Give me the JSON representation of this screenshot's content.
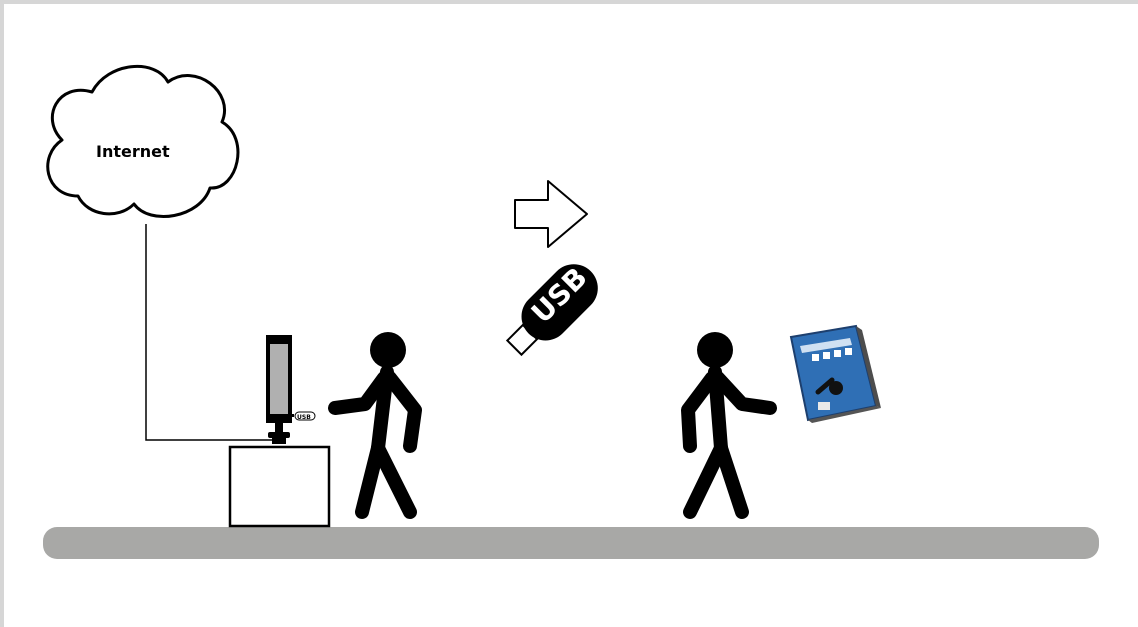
{
  "diagram": {
    "cloud_label": "Internet",
    "usb_stick_text": "USB",
    "port_text": "USB",
    "colors": {
      "background": "#d6d6d6",
      "canvas": "#ffffff",
      "floor": "#a8a8a6",
      "device_blue": "#2f6fb5",
      "stroke": "#000000"
    },
    "icons": [
      "cloud-icon",
      "arrow-right-icon",
      "usb-stick-icon",
      "monitor-icon",
      "usb-port-icon",
      "person-icon",
      "controller-device-icon"
    ]
  }
}
